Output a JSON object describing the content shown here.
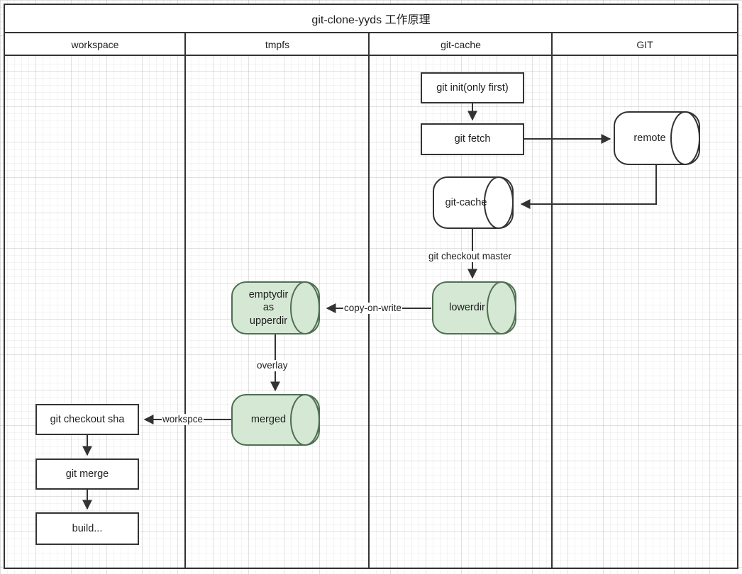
{
  "diagram": {
    "title": "git-clone-yyds 工作原理",
    "colors": {
      "stroke": "#333333",
      "text": "#1f1f1f",
      "green_fill": "#d5e8d4",
      "green_stroke": "#4f6f52",
      "white_fill": "#ffffff",
      "grid_minor": "#f0f0f0",
      "grid_major": "#e6e6e6"
    },
    "lanes": [
      {
        "label": "workspace"
      },
      {
        "label": "tmpfs"
      },
      {
        "label": "git-cache"
      },
      {
        "label": "GIT"
      }
    ],
    "nodes": [
      {
        "id": "git-init",
        "label": "git init(only first)",
        "shape": "box"
      },
      {
        "id": "git-fetch",
        "label": "git fetch",
        "shape": "box"
      },
      {
        "id": "remote",
        "label": "remote",
        "shape": "cylinder"
      },
      {
        "id": "git-cache-store",
        "label": "git-cache",
        "shape": "cylinder"
      },
      {
        "id": "lowerdir",
        "label": "lowerdir",
        "shape": "cylinder"
      },
      {
        "id": "emptydir-line-1",
        "label": "emptydir",
        "shape": "cylinder"
      },
      {
        "id": "emptydir-line-2",
        "label": "as",
        "shape": "cylinder"
      },
      {
        "id": "emptydir-line-3",
        "label": "upperdir",
        "shape": "cylinder"
      },
      {
        "id": "merged",
        "label": "merged",
        "shape": "cylinder"
      },
      {
        "id": "git-checkout-sha",
        "label": "git checkout sha",
        "shape": "box"
      },
      {
        "id": "git-merge",
        "label": "git merge",
        "shape": "box"
      },
      {
        "id": "build",
        "label": "build...",
        "shape": "box"
      }
    ],
    "edge_labels": [
      {
        "id": "git-checkout-master",
        "label": "git checkout master"
      },
      {
        "id": "copy-on-write",
        "label": "copy-on-write"
      },
      {
        "id": "overlay",
        "label": "overlay"
      },
      {
        "id": "workspce",
        "label": "workspce"
      }
    ]
  }
}
